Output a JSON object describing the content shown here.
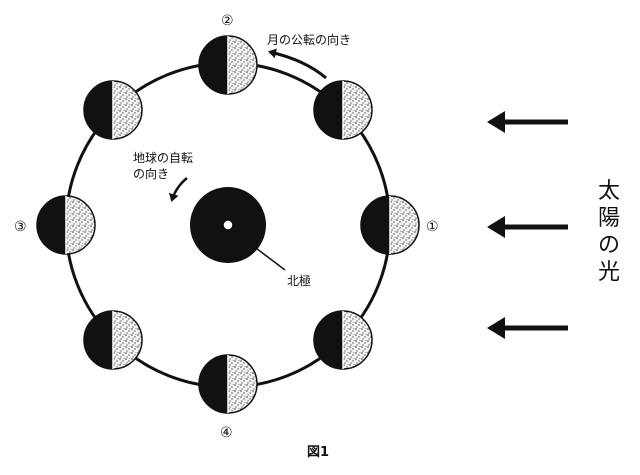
{
  "figure": {
    "caption": "図1",
    "moon_revolution_label": "月の公転の向き",
    "earth_rotation_label_line1": "地球の自転",
    "earth_rotation_label_line2": "の向き",
    "north_pole_label": "北極",
    "sunlight_label": [
      "太",
      "陽",
      "の",
      "光"
    ],
    "position_labels": [
      "①",
      "②",
      "③",
      "④"
    ]
  }
}
